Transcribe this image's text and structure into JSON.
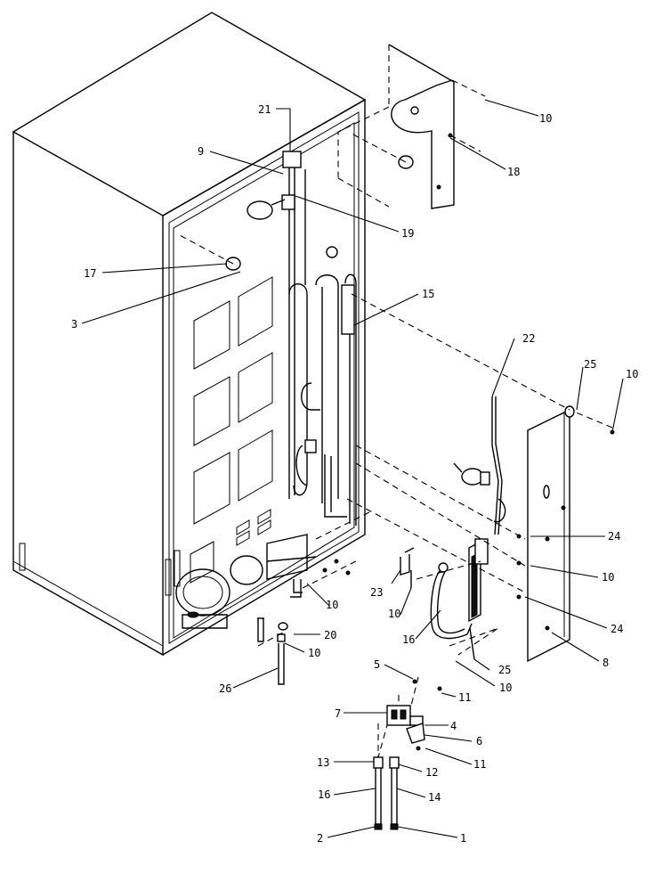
{
  "callouts": [
    {
      "id": "c21",
      "text": "21"
    },
    {
      "id": "c9",
      "text": "9"
    },
    {
      "id": "c10a",
      "text": "10"
    },
    {
      "id": "c18",
      "text": "18"
    },
    {
      "id": "c19",
      "text": "19"
    },
    {
      "id": "c17",
      "text": "17"
    },
    {
      "id": "c3",
      "text": "3"
    },
    {
      "id": "c15",
      "text": "15"
    },
    {
      "id": "c22",
      "text": "22"
    },
    {
      "id": "c25a",
      "text": "25"
    },
    {
      "id": "c10b",
      "text": "10"
    },
    {
      "id": "c24a",
      "text": "24"
    },
    {
      "id": "c10c",
      "text": "10"
    },
    {
      "id": "c24b",
      "text": "24"
    },
    {
      "id": "c8",
      "text": "8"
    },
    {
      "id": "c23",
      "text": "23"
    },
    {
      "id": "c10d",
      "text": "10"
    },
    {
      "id": "c10e",
      "text": "10"
    },
    {
      "id": "c16a",
      "text": "16"
    },
    {
      "id": "c20",
      "text": "20"
    },
    {
      "id": "c10f",
      "text": "10"
    },
    {
      "id": "c25b",
      "text": "25"
    },
    {
      "id": "c10g",
      "text": "10"
    },
    {
      "id": "c26",
      "text": "26"
    },
    {
      "id": "c5",
      "text": "5"
    },
    {
      "id": "c11a",
      "text": "11"
    },
    {
      "id": "c7",
      "text": "7"
    },
    {
      "id": "c4",
      "text": "4"
    },
    {
      "id": "c6",
      "text": "6"
    },
    {
      "id": "c11b",
      "text": "11"
    },
    {
      "id": "c13",
      "text": "13"
    },
    {
      "id": "c12",
      "text": "12"
    },
    {
      "id": "c16b",
      "text": "16"
    },
    {
      "id": "c14",
      "text": "14"
    },
    {
      "id": "c2",
      "text": "2"
    },
    {
      "id": "c1",
      "text": "1"
    }
  ]
}
